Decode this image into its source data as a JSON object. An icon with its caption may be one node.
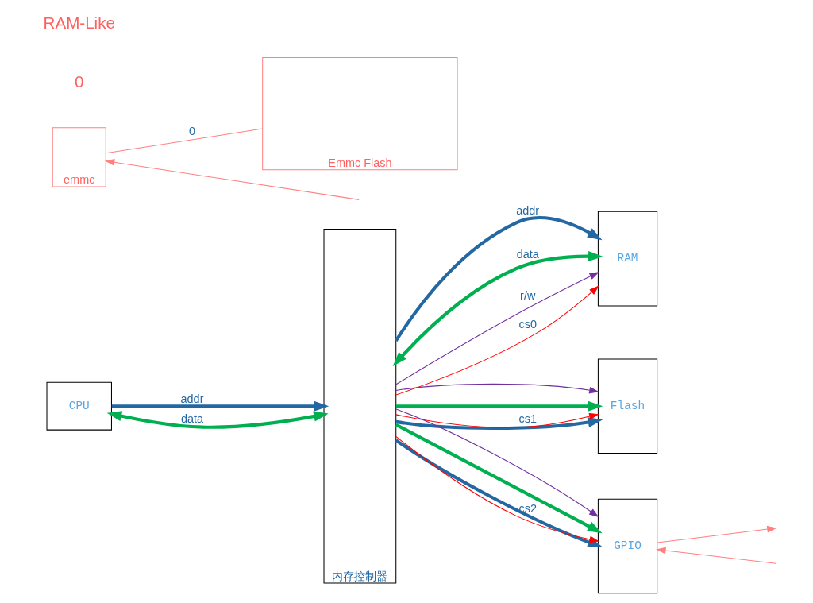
{
  "diagram": {
    "nodes": [
      {
        "text": [
          "CPU"
        ]
      },
      {
        "text": [
          "内存控制器"
        ]
      },
      {
        "text": [
          "RAM"
        ]
      },
      {
        "text": [
          "Flash"
        ]
      },
      {
        "text": [
          "GPIO"
        ]
      },
      {
        "text": [
          "emmc"
        ]
      },
      {
        "text": [
          "Emmc Flash"
        ]
      }
    ],
    "edges": [
      {
        "from": 0,
        "to": 1,
        "arrow": "to",
        "label": "addr",
        "style": "thick",
        "color": "#2368a2"
      },
      {
        "from": 0,
        "to": 1,
        "arrow": "both",
        "label": "data",
        "style": "thick",
        "color": "#00b050"
      },
      {
        "from": 1,
        "to": 2,
        "arrow": "to",
        "label": "addr",
        "style": "thick",
        "color": "#2368a2"
      },
      {
        "from": 1,
        "to": 2,
        "arrow": "both",
        "label": "data",
        "style": "thick",
        "color": "#00b050"
      },
      {
        "from": 1,
        "to": 2,
        "arrow": "to",
        "label": "r/w",
        "color": "#7030a0"
      },
      {
        "from": 1,
        "to": 2,
        "arrow": "to",
        "label": "cs0",
        "color": "#ff0000"
      },
      {
        "from": 1,
        "to": 3,
        "arrow": "to",
        "style": "thick",
        "color": "#2368a2"
      },
      {
        "from": 1,
        "to": 3,
        "arrow": "to",
        "style": "thick",
        "color": "#00b050"
      },
      {
        "from": 1,
        "to": 3,
        "arrow": "to",
        "color": "#7030a0"
      },
      {
        "from": 1,
        "to": 3,
        "arrow": "to",
        "label": "cs1",
        "color": "#ff0000"
      },
      {
        "from": 1,
        "to": 4,
        "arrow": "to",
        "style": "thick",
        "color": "#2368a2"
      },
      {
        "from": 1,
        "to": 4,
        "arrow": "to",
        "style": "thick",
        "color": "#00b050"
      },
      {
        "from": 1,
        "to": 4,
        "arrow": "to",
        "color": "#7030a0"
      },
      {
        "from": 1,
        "to": 4,
        "arrow": "to",
        "label": "cs2",
        "color": "#ff0000"
      },
      {
        "from": 4,
        "to": null,
        "arrow": "to",
        "color": "#ff8080"
      },
      {
        "from": null,
        "to": 4,
        "arrow": "to",
        "color": "#ff8080"
      },
      {
        "from": null,
        "to": 5,
        "arrow": "to",
        "color": "#ff8080"
      },
      {
        "from": 5,
        "to": 6,
        "arrow": "none",
        "label": "0",
        "color": "#ff8080"
      }
    ],
    "labels": [
      "0",
      "RAM-Like"
    ]
  }
}
